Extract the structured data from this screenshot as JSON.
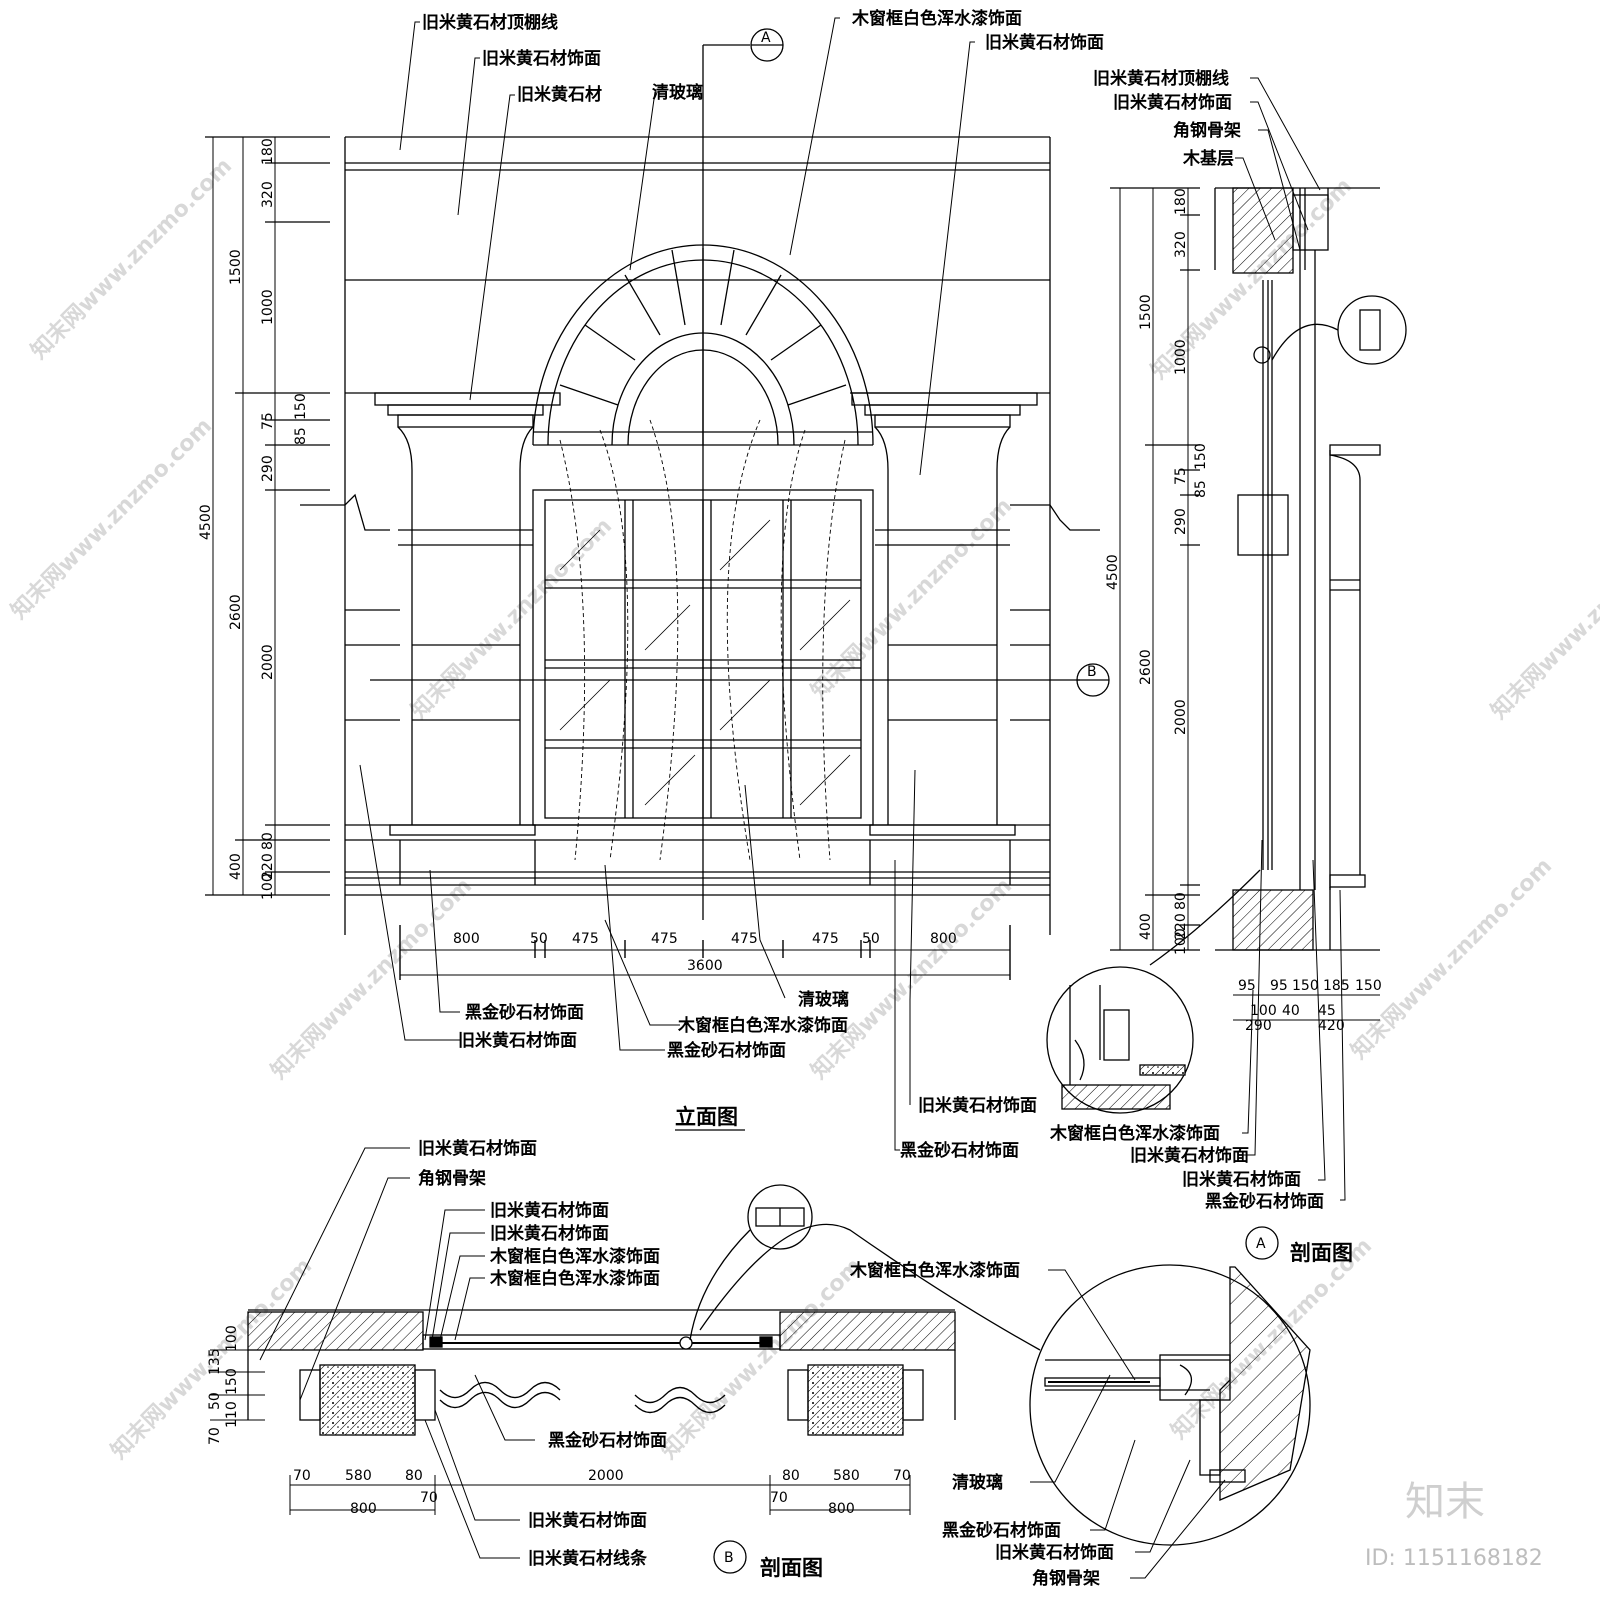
{
  "titles": {
    "elevation": "立面图",
    "section_a": "剖面图",
    "section_b": "剖面图",
    "marker_a": "A",
    "marker_b": "B"
  },
  "elevation_labels": [
    "旧米黄石材顶棚线",
    "旧米黄石材饰面",
    "旧米黄石材",
    "清玻璃",
    "木窗框白色浑水漆饰面",
    "旧米黄石材饰面",
    "黑金砂石材饰面",
    "旧米黄石材饰面",
    "木窗框白色浑水漆饰面",
    "黑金砂石材饰面",
    "清玻璃",
    "旧米黄石材饰面",
    "黑金砂石材饰面"
  ],
  "elevation_dims_left": [
    "180",
    "320",
    "1500",
    "1000",
    "150",
    "75",
    "85",
    "290",
    "4500",
    "2600",
    "2000",
    "80",
    "220",
    "400",
    "100"
  ],
  "elevation_dims_bottom": [
    "800",
    "50",
    "475",
    "475",
    "475",
    "475",
    "50",
    "800",
    "3600"
  ],
  "section_a_labels": [
    "旧米黄石材顶棚线",
    "旧米黄石材饰面",
    "角钢骨架",
    "木基层",
    "木窗框白色浑水漆饰面",
    "旧米黄石材饰面",
    "旧米黄石材饰面",
    "黑金砂石材饰面"
  ],
  "section_a_dims_left": [
    "180",
    "320",
    "1500",
    "1000",
    "150",
    "75",
    "85",
    "290",
    "4500",
    "2600",
    "2000",
    "80",
    "220",
    "400",
    "100"
  ],
  "section_a_dims_bottom": [
    "95",
    "95",
    "150",
    "185",
    "150",
    "100",
    "40",
    "45",
    "290",
    "420"
  ],
  "section_b_labels": [
    "旧米黄石材饰面",
    "角钢骨架",
    "旧米黄石材饰面",
    "旧米黄石材饰面",
    "木窗框白色浑水漆饰面",
    "木窗框白色浑水漆饰面",
    "黑金砂石材饰面",
    "旧米黄石材饰面",
    "旧米黄石材线条",
    "木窗框白色浑水漆饰面",
    "清玻璃",
    "黑金砂石材饰面",
    "旧米黄石材饰面",
    "角钢骨架"
  ],
  "section_b_dims_left": [
    "100",
    "135",
    "150",
    "50",
    "110",
    "70"
  ],
  "section_b_dims_bottom": [
    "70",
    "580",
    "80",
    "2000",
    "80",
    "580",
    "70",
    "70",
    "800",
    "70",
    "800"
  ],
  "watermark": {
    "text": "知末网www.znzmo.com",
    "brand": "知末",
    "id": "ID: 1151168182"
  }
}
